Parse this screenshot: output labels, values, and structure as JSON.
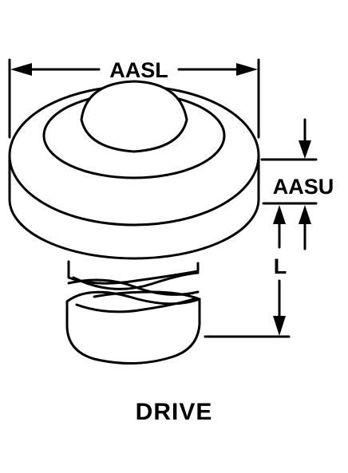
{
  "dimensions": {
    "width_label": "AASL",
    "head_height_label": "AASU",
    "length_label": "L"
  },
  "caption": "DRIVE",
  "colors": {
    "ink": "#000000",
    "paper": "#ffffff"
  }
}
